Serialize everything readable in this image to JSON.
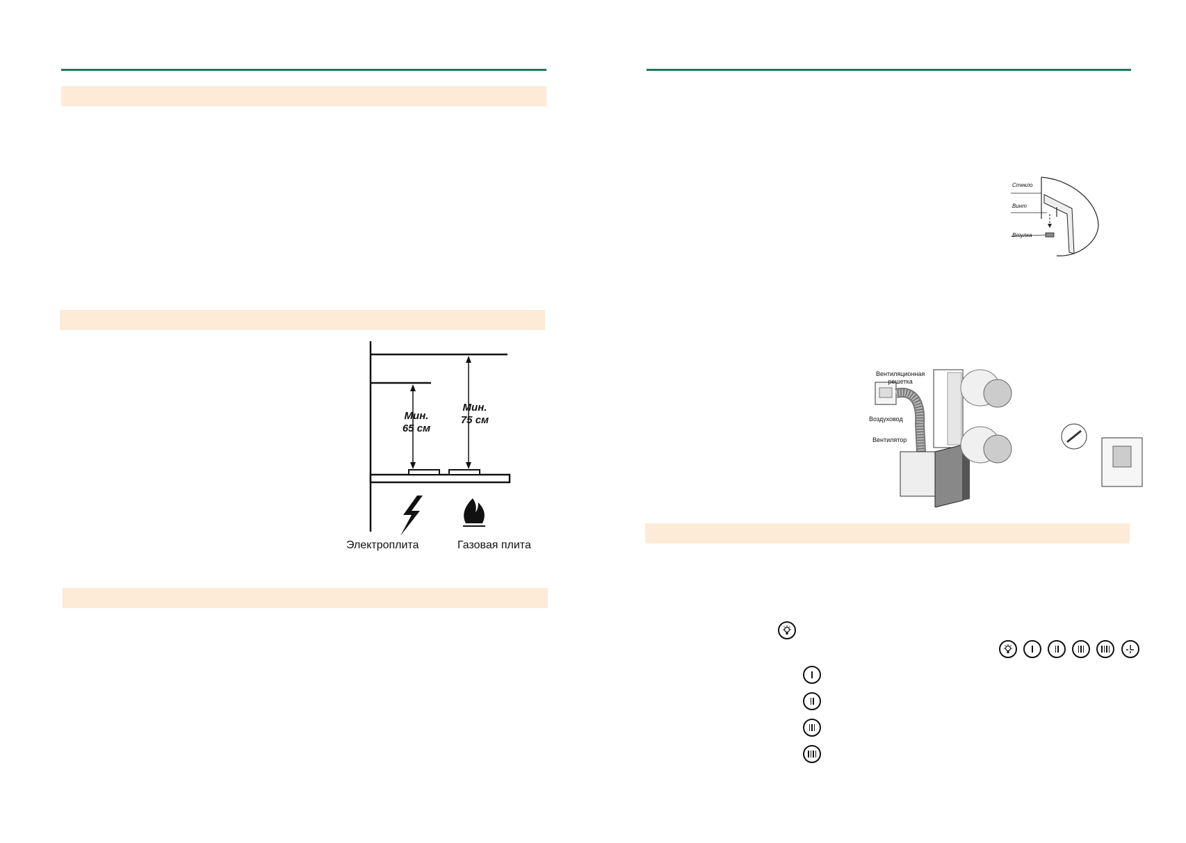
{
  "left_page": {
    "installation_diagram": {
      "min_label_1": "Мин.",
      "min_value_1": "65 см",
      "min_label_2": "Мин.",
      "min_value_2": "75 см",
      "stove_electric": "Электроплита",
      "stove_gas": "Газовая плита"
    }
  },
  "right_page": {
    "glass_diagram": {
      "label_glass": "Стекло",
      "label_screw": "Винт",
      "label_socket": "Втулка"
    },
    "duct_diagram": {
      "label_grille_1": "Вентиляционная",
      "label_grille_2": "решетка",
      "label_duct": "Воздуховод",
      "label_fan": "Вентилятор"
    },
    "control_panel": {
      "buttons": [
        "light",
        "speed-1",
        "speed-2",
        "speed-3",
        "speed-4",
        "timer"
      ]
    },
    "legend": {
      "items": [
        "light",
        "speed-1",
        "speed-2",
        "speed-3",
        "speed-4"
      ]
    }
  }
}
